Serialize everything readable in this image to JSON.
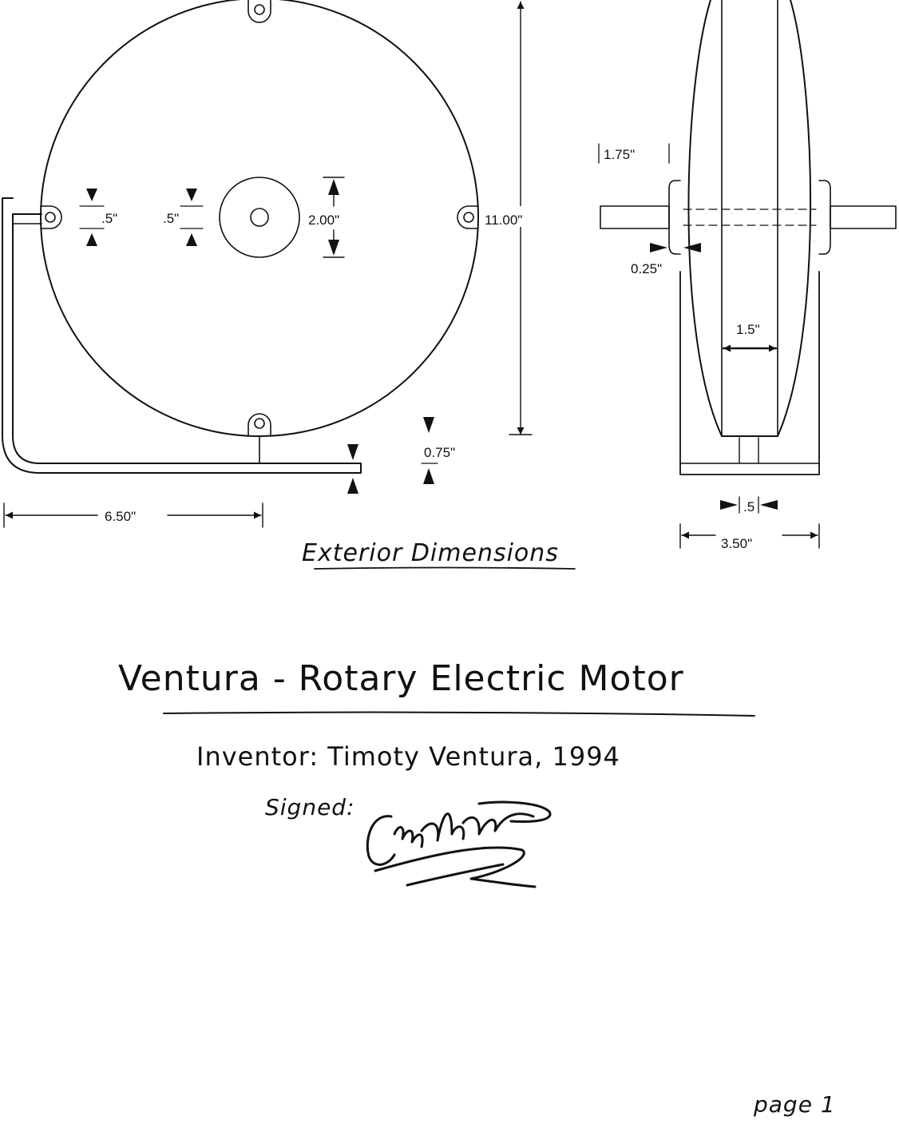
{
  "drawing": {
    "section_title": "Exterior Dimensions",
    "main_title": "Ventura - Rotary Electric Motor",
    "inventor_line": "Inventor: Timoty Ventura, 1994",
    "signed_label": "Signed:",
    "page_label": "page 1"
  },
  "front_view": {
    "dim_hole_spacing_left": ".5\"",
    "dim_hole_spacing_right": ".5\"",
    "dim_hub_diameter": "2.00\"",
    "dim_overall_diameter": "11.00\"",
    "dim_base_thickness": "0.75\"",
    "dim_bracket_length": "6.50\""
  },
  "side_view": {
    "dim_shaft_length": "1.75\"",
    "dim_boss_thickness": "0.25\"",
    "dim_rotor_width": "1.5\"",
    "dim_shaft_width": ".5",
    "dim_base_width": "3.50\""
  },
  "colors": {
    "ink": "#111111",
    "paper": "#ffffff"
  }
}
